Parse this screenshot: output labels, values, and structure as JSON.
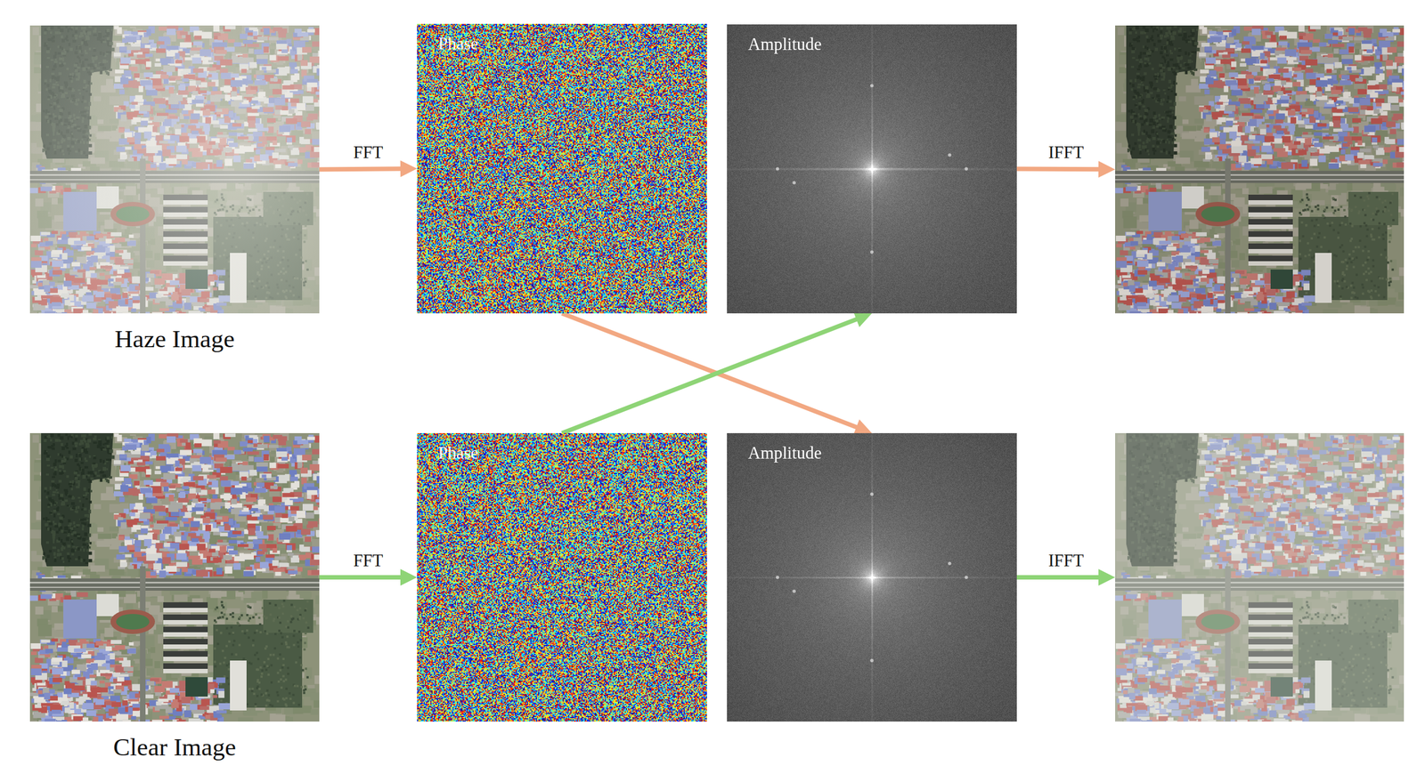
{
  "diagram": {
    "nodes": [
      {
        "text": [
          "Haze Image"
        ]
      },
      {
        "text": [
          "Phase"
        ]
      },
      {
        "text": [
          "Amplitude"
        ]
      },
      {
        "text": []
      },
      {
        "text": [
          "Clear Image"
        ]
      },
      {
        "text": [
          "Phase"
        ]
      },
      {
        "text": [
          "Amplitude"
        ]
      },
      {
        "text": []
      }
    ],
    "edges": [
      {
        "from": 0,
        "to": 1,
        "label": "FFT",
        "arrow": "to"
      },
      {
        "from": 1,
        "to": 6,
        "arrow": "to"
      },
      {
        "from": 5,
        "to": 2,
        "arrow": "to"
      },
      {
        "from": 2,
        "to": 3,
        "label": "IFFT",
        "arrow": "to"
      },
      {
        "from": 4,
        "to": 5,
        "label": "FFT",
        "arrow": "to"
      },
      {
        "from": 6,
        "to": 7,
        "label": "IFFT",
        "arrow": "to"
      }
    ]
  }
}
